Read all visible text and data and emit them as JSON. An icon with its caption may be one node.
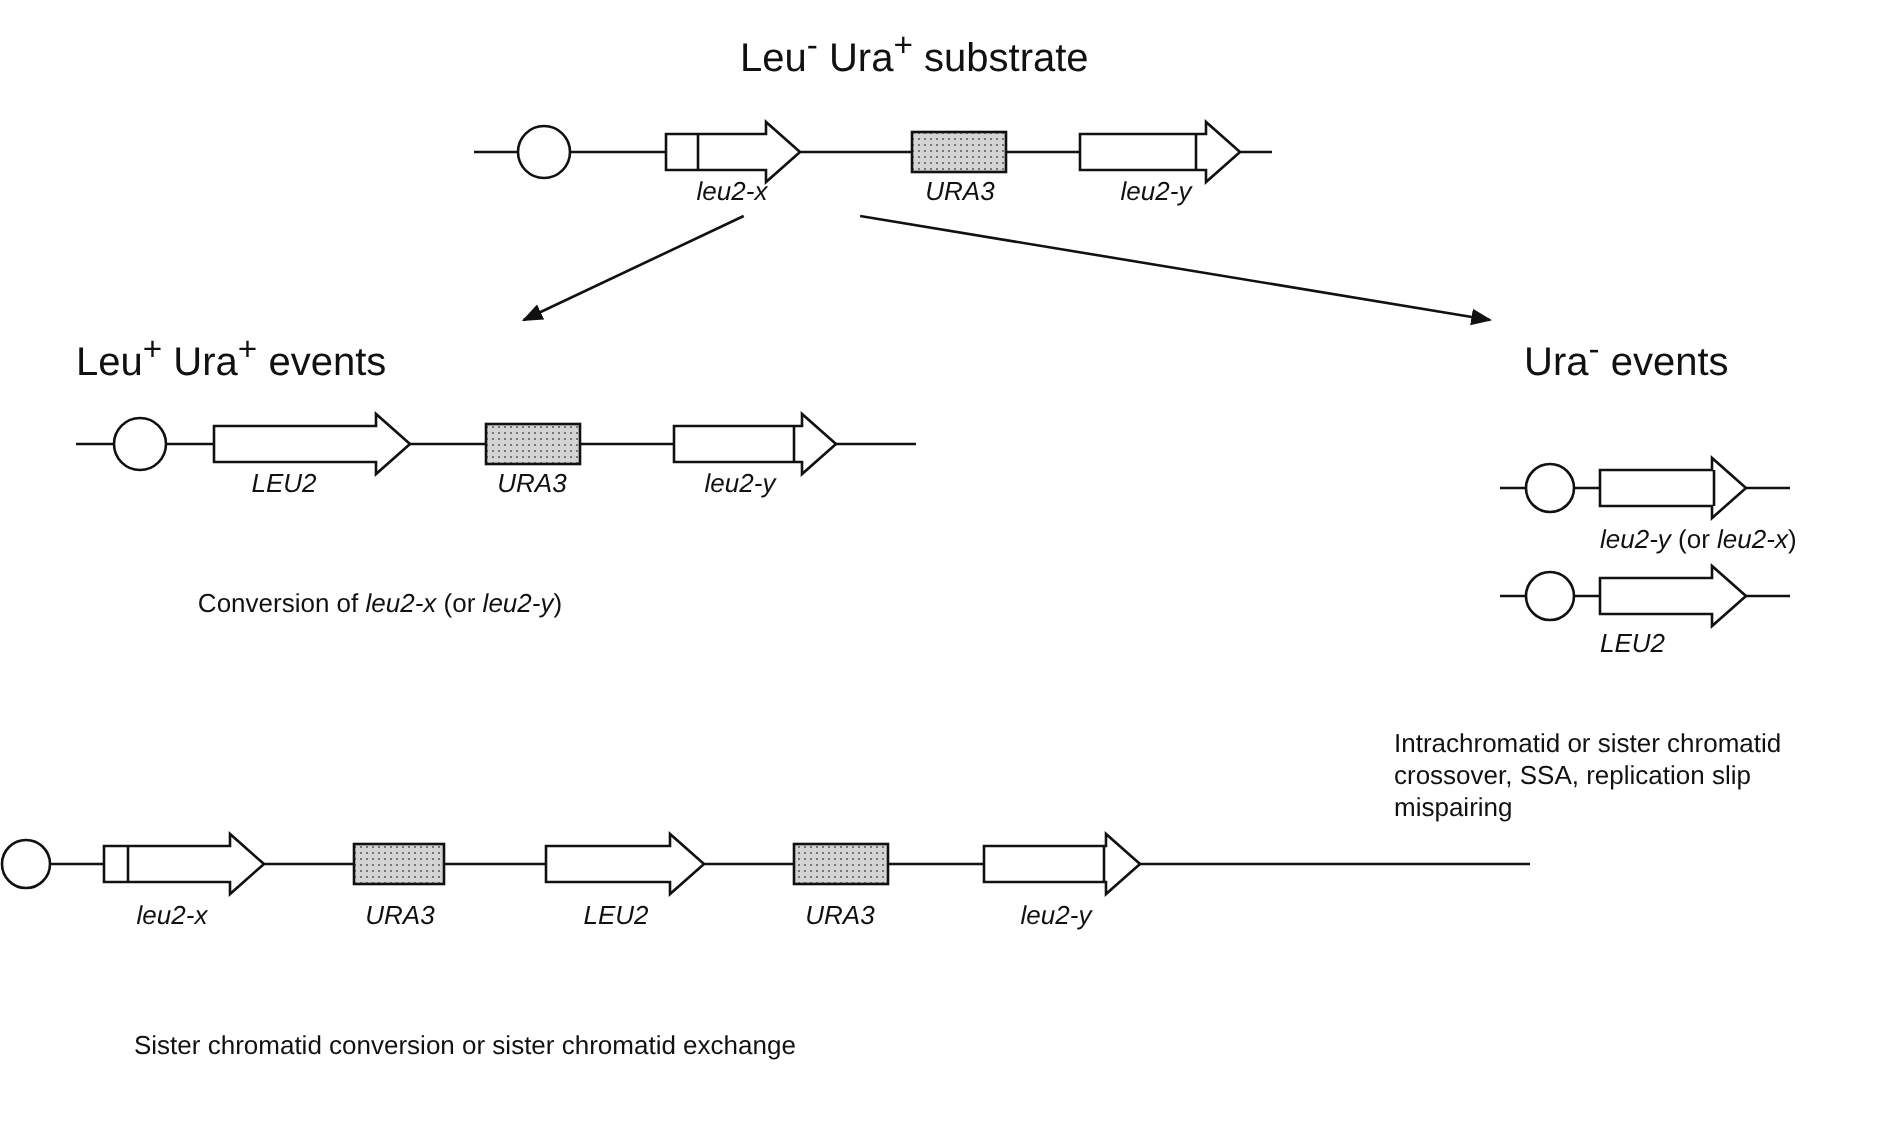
{
  "diagram": {
    "nodes": [
      {
        "text": [
          "Leu$^{-}$ Ura$^{+}$ substrate"
        ]
      },
      {
        "text": [
          "Leu$^{+}$ Ura$^{+}$ events"
        ]
      },
      {
        "text": [
          "Ura$^{-}$ events"
        ]
      }
    ],
    "edges": [
      {
        "from": 0,
        "to": 1,
        "arrow": "to"
      },
      {
        "from": 0,
        "to": 2,
        "arrow": "to"
      }
    ],
    "labels": [
      "leu2-x",
      "URA3",
      "leu2-y",
      "LEU2",
      "URA3",
      "leu2-y",
      "*leu2-y* (or *leu2-x*)",
      "LEU2",
      "Conversion of *leu2-x* (or *leu2-y*)",
      "Intrachromatid or sister chromatid crossover, SSA, replication slip mispairing",
      "leu2-x",
      "URA3",
      "LEU2",
      "URA3",
      "leu2-y",
      "Sister chromatid conversion or sister chromatid exchange"
    ]
  }
}
